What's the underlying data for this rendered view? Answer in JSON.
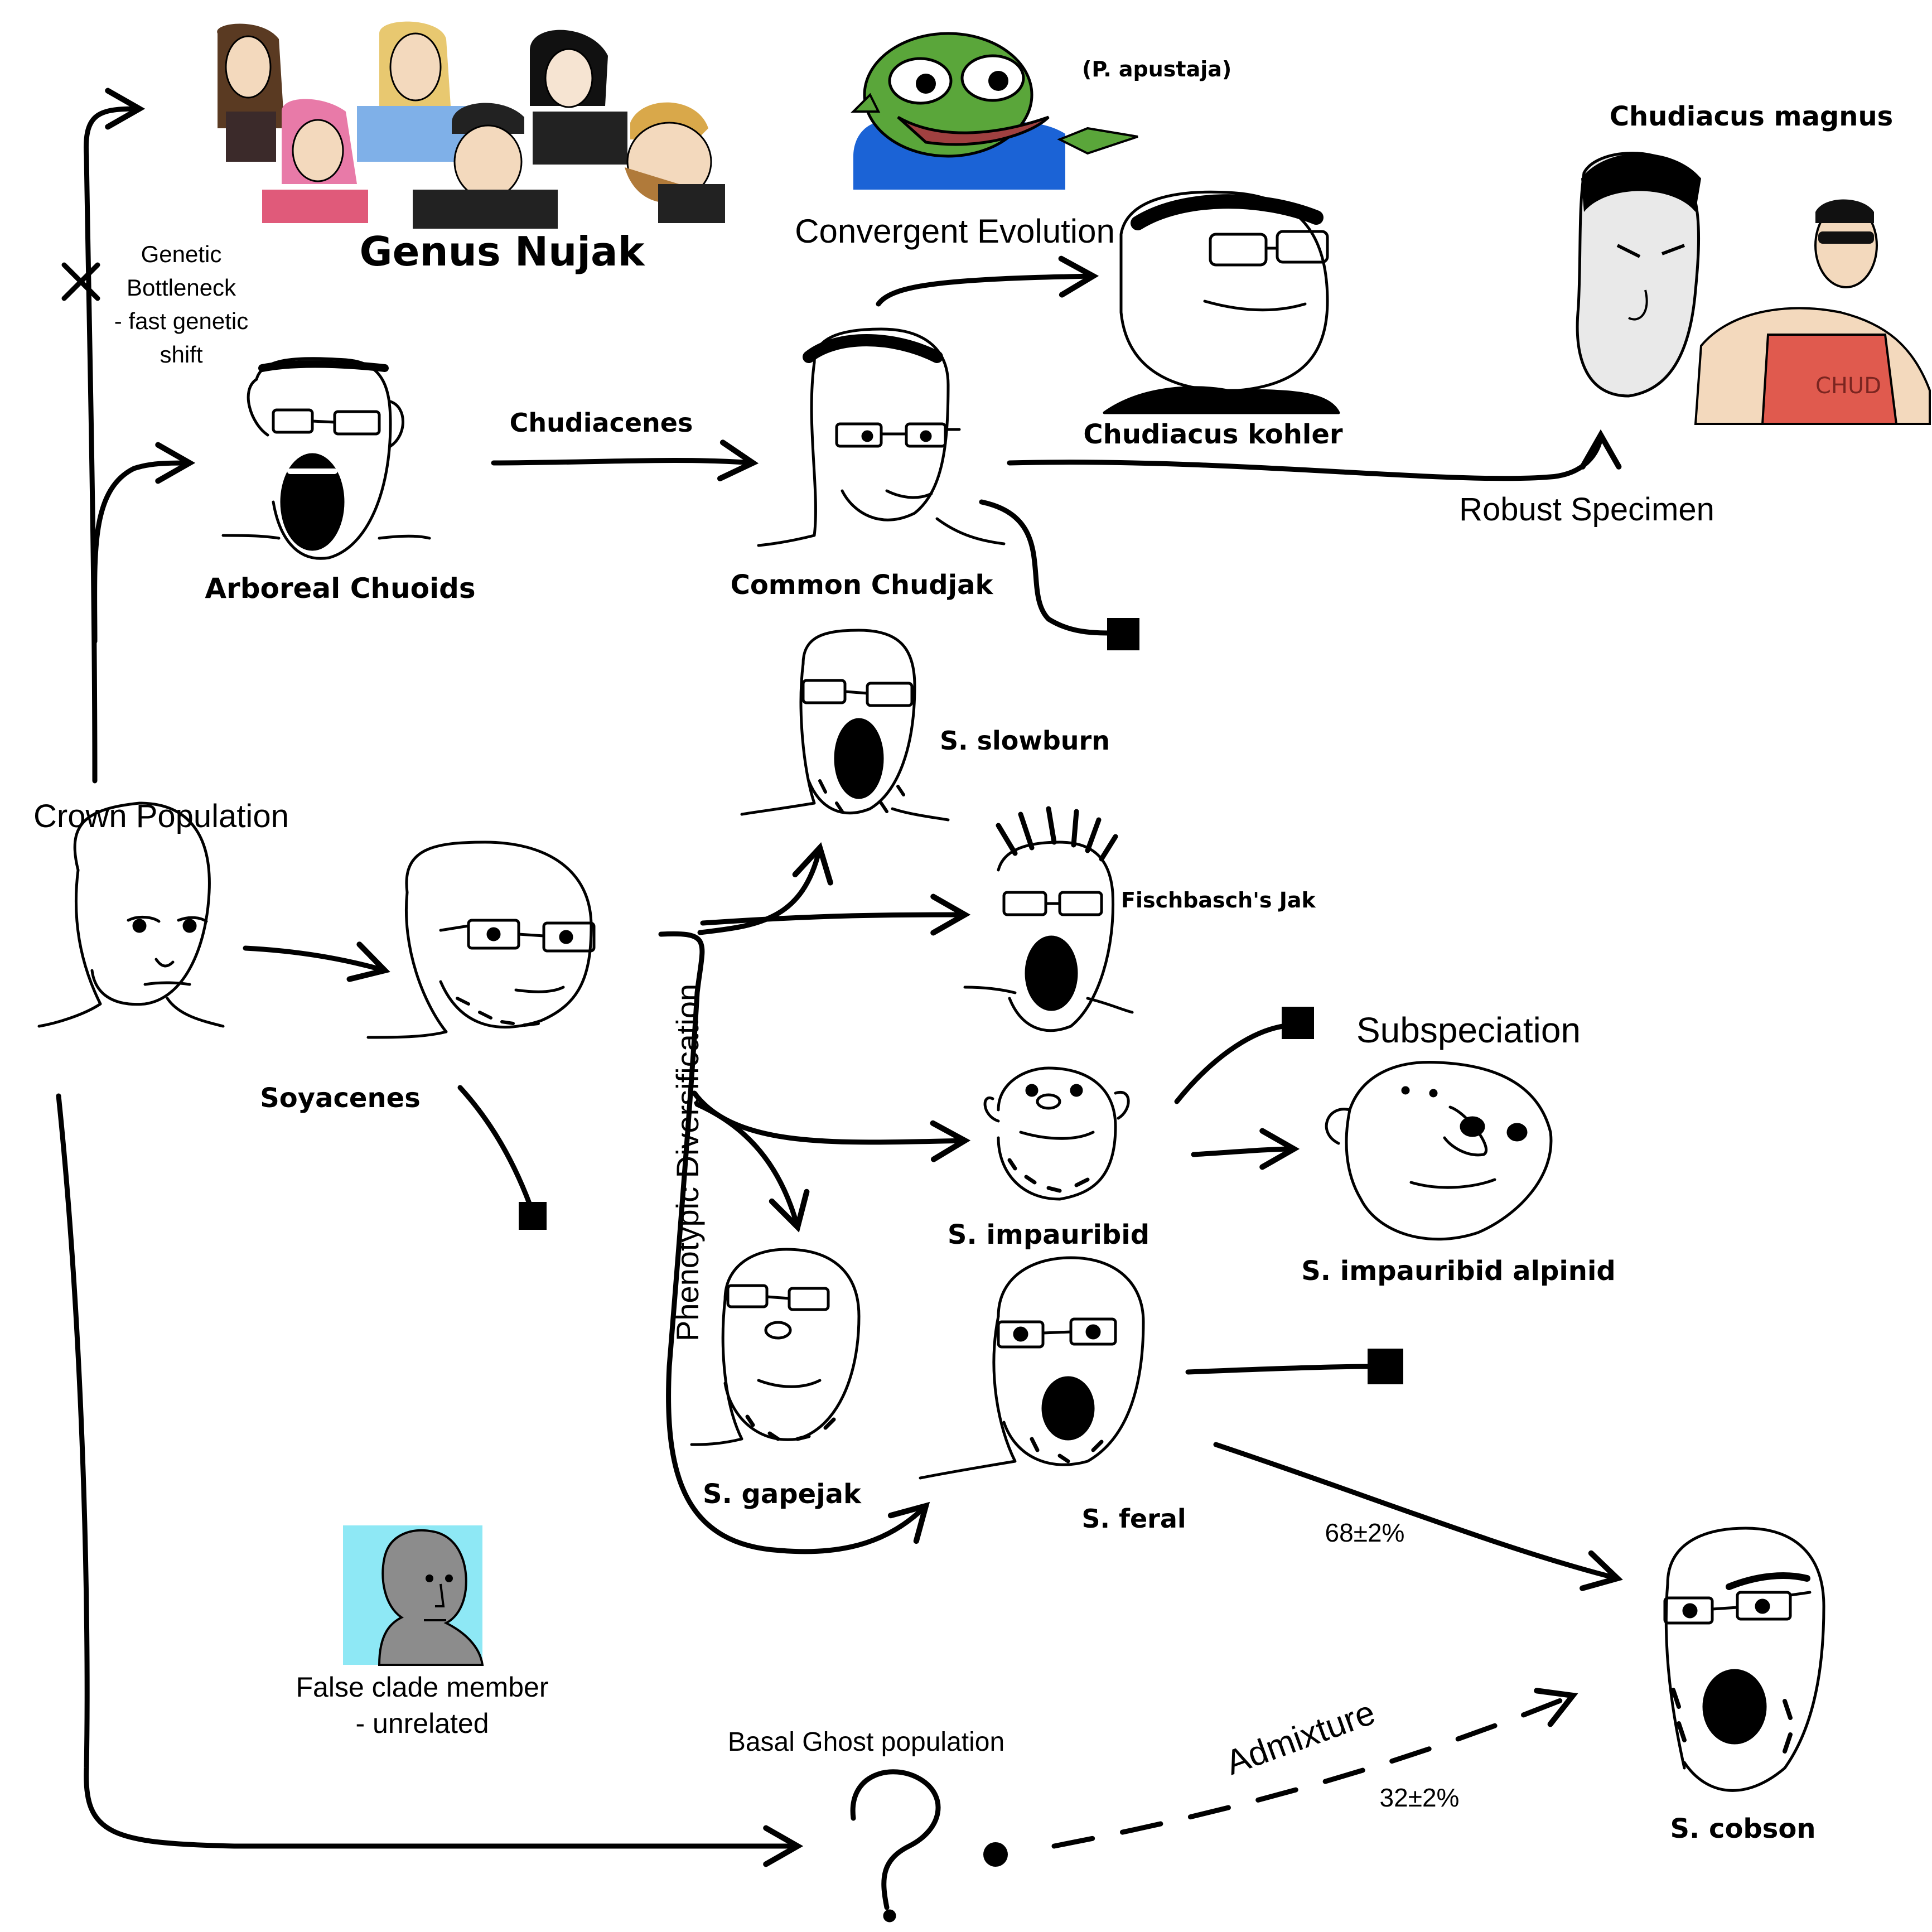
{
  "title": "Genus Nujak",
  "nodes": {
    "pepe_name": "(P. apustaja)",
    "chudiacus_magnus": "Chudiacus magnus",
    "chudiacus_kohler": "Chudiacus kohler",
    "arboreal": "Arboreal Chuoids",
    "common_chudjak": "Common Chudjak",
    "slowburn": "S. slowburn",
    "fischbasch": "Fischbasch's Jak",
    "impauribid": "S. impauribid",
    "impauribid_alpinid": "S. impauribid alpinid",
    "gapejak": "S. gapejak",
    "feral": "S. feral",
    "cobson": "S. cobson",
    "soyacenes": "Soyacenes",
    "crown": "Crown Population",
    "false_clade": [
      "False clade member",
      "- unrelated"
    ],
    "ghost": "Basal Ghost population"
  },
  "edges": {
    "bottleneck": [
      "Genetic",
      "Bottleneck",
      "- fast genetic",
      "shift"
    ],
    "chudiacenes": "Chudiacenes",
    "convergent": "Convergent Evolution",
    "robust": "Robust Specimen",
    "phenotypic": "Phenotypic Diversification",
    "subspeciation": "Subspeciation",
    "admixture": "Admixture",
    "feral_share": "68±2%",
    "ghost_share": "32±2%"
  },
  "colors": {
    "line": "#000000",
    "npc_background": "#8ee8f5",
    "npc_face": "#8c8c8c",
    "pepe_green": "#5aa63a",
    "pepe_shirt": "#1b63d6",
    "chud_shirt": "#e05a4e",
    "skin": "#f3d9bd",
    "hair_brown": "#5a3a22",
    "hair_blonde": "#e8c870",
    "hair_pink": "#e87aa8"
  },
  "icons": {
    "extinction": "square-terminus-icon",
    "bottleneck": "cross-mark-icon",
    "ghost": "question-mark-icon"
  }
}
